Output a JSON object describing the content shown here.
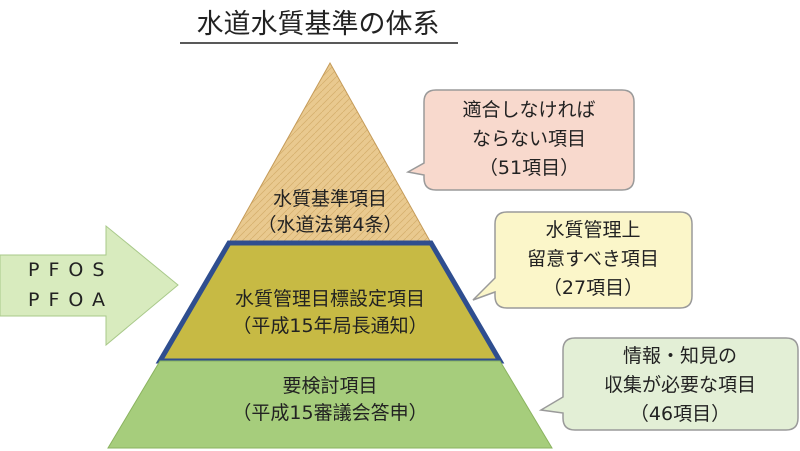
{
  "title": "水道水質基準の体系",
  "colors": {
    "tier_top": "#e9c98f",
    "tier_mid": "#c7ba44",
    "tier_bottom": "#a6cd7c",
    "band_border": "#2f4e8f",
    "bubble_top": "#f8d9cd",
    "bubble_mid": "#fbf6c9",
    "bubble_bottom": "#e3efd6",
    "arrow": "#d8ebbe"
  },
  "tiers": {
    "top": {
      "line1": "水質基準項目",
      "line2": "（水道法第4条）"
    },
    "middle": {
      "line1": "水質管理目標設定項目",
      "line2": "（平成15年局長通知）"
    },
    "bottom": {
      "line1": "要検討項目",
      "line2": "（平成15審議会答申）"
    }
  },
  "bubbles": {
    "top": {
      "line1": "適合しなければ",
      "line2": "ならない項目",
      "line3": "（51項目）"
    },
    "middle": {
      "line1": "水質管理上",
      "line2": "留意すべき項目",
      "line3": "（27項目）"
    },
    "bottom": {
      "line1": "情報・知見の",
      "line2": "収集が必要な項目",
      "line3": "（46項目）"
    }
  },
  "arrow": {
    "line1": "PFOS",
    "line2": "PFOA"
  }
}
